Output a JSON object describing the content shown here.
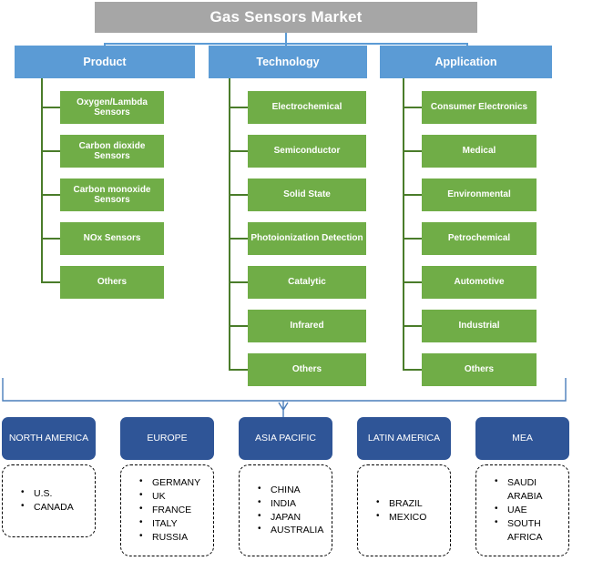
{
  "title": "Gas Sensors Market",
  "columns": [
    {
      "key": "product",
      "header": "Product",
      "items": [
        "Oxygen/Lambda Sensors",
        "Carbon dioxide Sensors",
        "Carbon monoxide Sensors",
        "NOx Sensors",
        "Others"
      ]
    },
    {
      "key": "technology",
      "header": "Technology",
      "items": [
        "Electrochemical",
        "Semiconductor",
        "Solid State",
        "Photoionization Detection",
        "Catalytic",
        "Infrared",
        "Others"
      ]
    },
    {
      "key": "application",
      "header": "Application",
      "items": [
        "Consumer Electronics",
        "Medical",
        "Environmental",
        "Petrochemical",
        "Automotive",
        "Industrial",
        "Others"
      ]
    }
  ],
  "regions": [
    {
      "name": "NORTH AMERICA",
      "countries": [
        "U.S.",
        "CANADA"
      ]
    },
    {
      "name": "EUROPE",
      "countries": [
        "GERMANY",
        "UK",
        "FRANCE",
        "ITALY",
        "RUSSIA"
      ]
    },
    {
      "name": "ASIA PACIFIC",
      "countries": [
        "CHINA",
        "INDIA",
        "JAPAN",
        "AUSTRALIA"
      ]
    },
    {
      "name": "LATIN AMERICA",
      "countries": [
        "BRAZIL",
        "MEXICO"
      ]
    },
    {
      "name": "MEA",
      "countries": [
        "SAUDI ARABIA",
        "UAE",
        "SOUTH AFRICA"
      ]
    }
  ],
  "colors": {
    "root": "#a6a6a6",
    "category": "#5b9bd5",
    "leaf": "#70ad47",
    "region": "#2f5597",
    "connector_green": "#4a7c2a",
    "connector_blue": "#5b9bd5",
    "text_light": "#ffffff",
    "text_dark": "#000000"
  }
}
